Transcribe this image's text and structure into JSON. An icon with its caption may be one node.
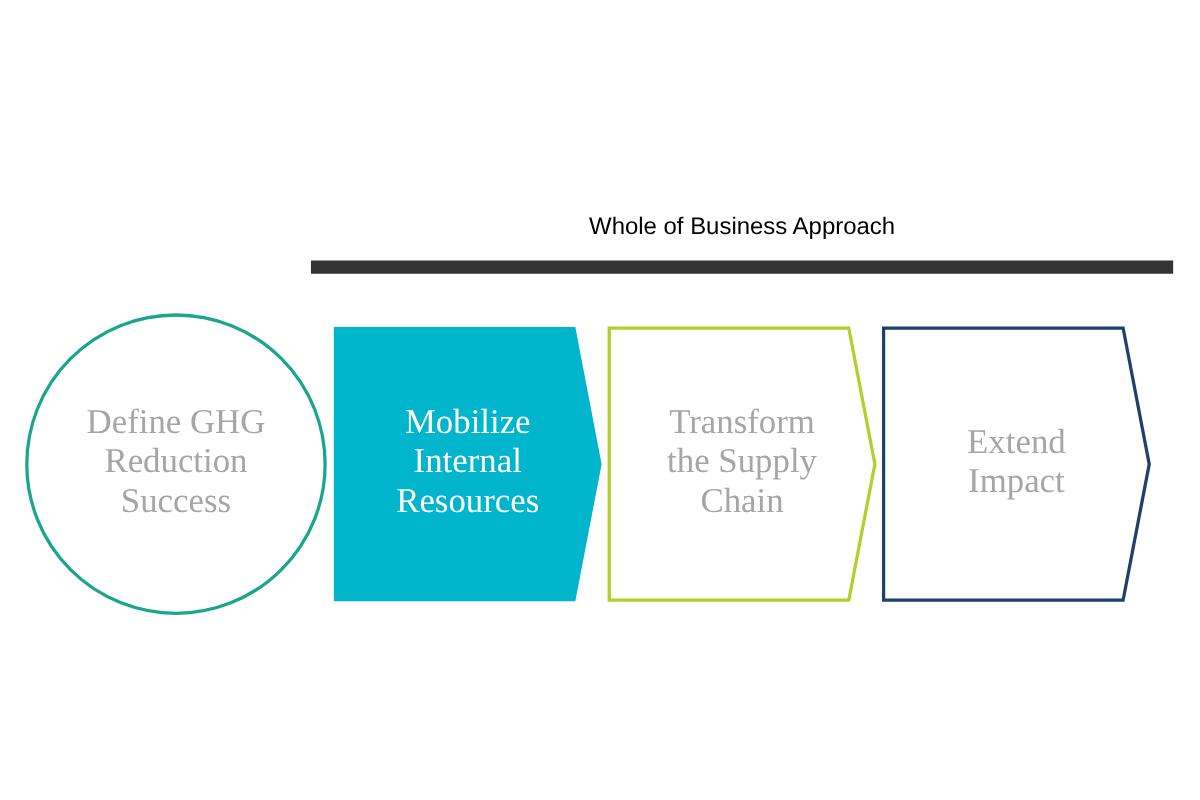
{
  "diagram": {
    "nodes": [
      {
        "text": [
          "Whole of Business Approach"
        ]
      },
      {
        "text": [
          "Define GHG Reduction Success"
        ]
      },
      {
        "text": [
          "Mobilize Internal Resources"
        ]
      },
      {
        "text": [
          "Transform the Supply Chain"
        ]
      },
      {
        "text": [
          "Extend Impact"
        ]
      }
    ]
  }
}
